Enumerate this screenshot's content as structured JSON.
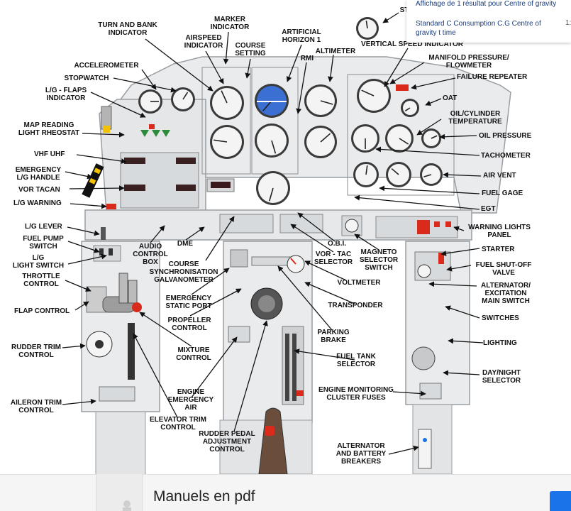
{
  "colors": {
    "panel": "#e9ebed",
    "panel_edge": "#9a9ea2",
    "gauge_face": "#f4f4f4",
    "pointer": "#222222",
    "accent_red": "#d92a1c",
    "accent_green": "#2e8b3a",
    "accent_yellow": "#f2c200",
    "link_blue": "#1a73e8"
  },
  "popup": {
    "line1": "Affichage de 1 résultat pour Centre of gravity",
    "line2": "Standard C Consumption C.G Centre of gravity t time",
    "line3": "1:"
  },
  "labels": {
    "turn_bank": "TURN AND BANK\nINDICATOR",
    "marker": "MARKER\nINDICATOR",
    "airspeed": "AIRSPEED\nINDICATOR",
    "course_setting": "COURSE\nSETTING",
    "art_horizon": "ARTIFICIAL\nHORIZON 1",
    "altimeter": "ALTIMETER",
    "rmi": "RMI",
    "vsi": "VERTICAL SPEED INDICATOR",
    "st": "ST",
    "accelerometer": "ACCELEROMETER",
    "stopwatch": "STOPWATCH",
    "lg_flaps": "L/G - FLAPS\nINDICATOR",
    "manifold": "MANIFOLD PRESSURE/\nFLOWMETER",
    "failure": "FAILURE REPEATER",
    "oat": "OAT",
    "oil_cyl": "OIL/CYLINDER\nTEMPERATURE",
    "oil_press": "OIL PRESSURE",
    "map_light": "MAP READING\nLIGHT RHEOSTAT",
    "vhf": "VHF UHF",
    "emerg_lg": "EMERGENCY\nL/G HANDLE",
    "vor_tacan": "VOR TACAN",
    "lg_warning": "L/G WARNING",
    "tacho": "TACHOMETER",
    "air_vent": "AIR VENT",
    "fuel_gage": "FUEL GAGE",
    "egt": "EGT",
    "lg_lever": "L/G LEVER",
    "fuel_pump": "FUEL PUMP\nSWITCH",
    "lg_light": "L/G\nLIGHT SWITCH",
    "throttle": "THROTTLE\nCONTROL",
    "flap": "FLAP CONTROL",
    "audio": "AUDIO\nCONTROL\nBOX",
    "dme": "DME",
    "course_sync": "COURSE\nSYNCHRONISATION\nGALVANOMETER",
    "obi": "O.B.I.",
    "vor_tac": "VOR - TAC\nSELECTOR",
    "magneto": "MAGNETO\nSELECTOR\nSWITCH",
    "warning_panel": "WARNING LIGHTS\nPANEL",
    "starter": "STARTER",
    "fuel_shutoff": "FUEL SHUT-OFF\nVALVE",
    "voltmeter": "VOLTMETER",
    "emerg_static": "EMERGENCY\nSTATIC PORT",
    "transponder": "TRANSPONDER",
    "alternator": "ALTERNATOR/\nEXCITATION\nMAIN SWITCH",
    "switches": "SWITCHES",
    "propeller": "PROPELLER\nCONTROL",
    "parking": "PARKING\nBRAKE",
    "lighting": "LIGHTING",
    "rudder_trim": "RUDDER TRIM\nCONTROL",
    "mixture": "MIXTURE\nCONTROL",
    "fuel_tank": "FUEL TANK\nSELECTOR",
    "day_night": "DAY/NIGHT\nSELECTOR",
    "engine_mon": "ENGINE MONITORING\nCLUSTER FUSES",
    "engine_emerg": "ENGINE\nEMERGENCY\nAIR",
    "aileron": "AILERON TRIM\nCONTROL",
    "elevator": "ELEVATOR TRIM\nCONTROL",
    "rudder_pedal": "RUDDER PEDAL\nADJUSTMENT\nCONTROL",
    "alt_batt": "ALTERNATOR\nAND BATTERY\nBREAKERS"
  },
  "bottom": {
    "title": "Manuels en pdf"
  }
}
